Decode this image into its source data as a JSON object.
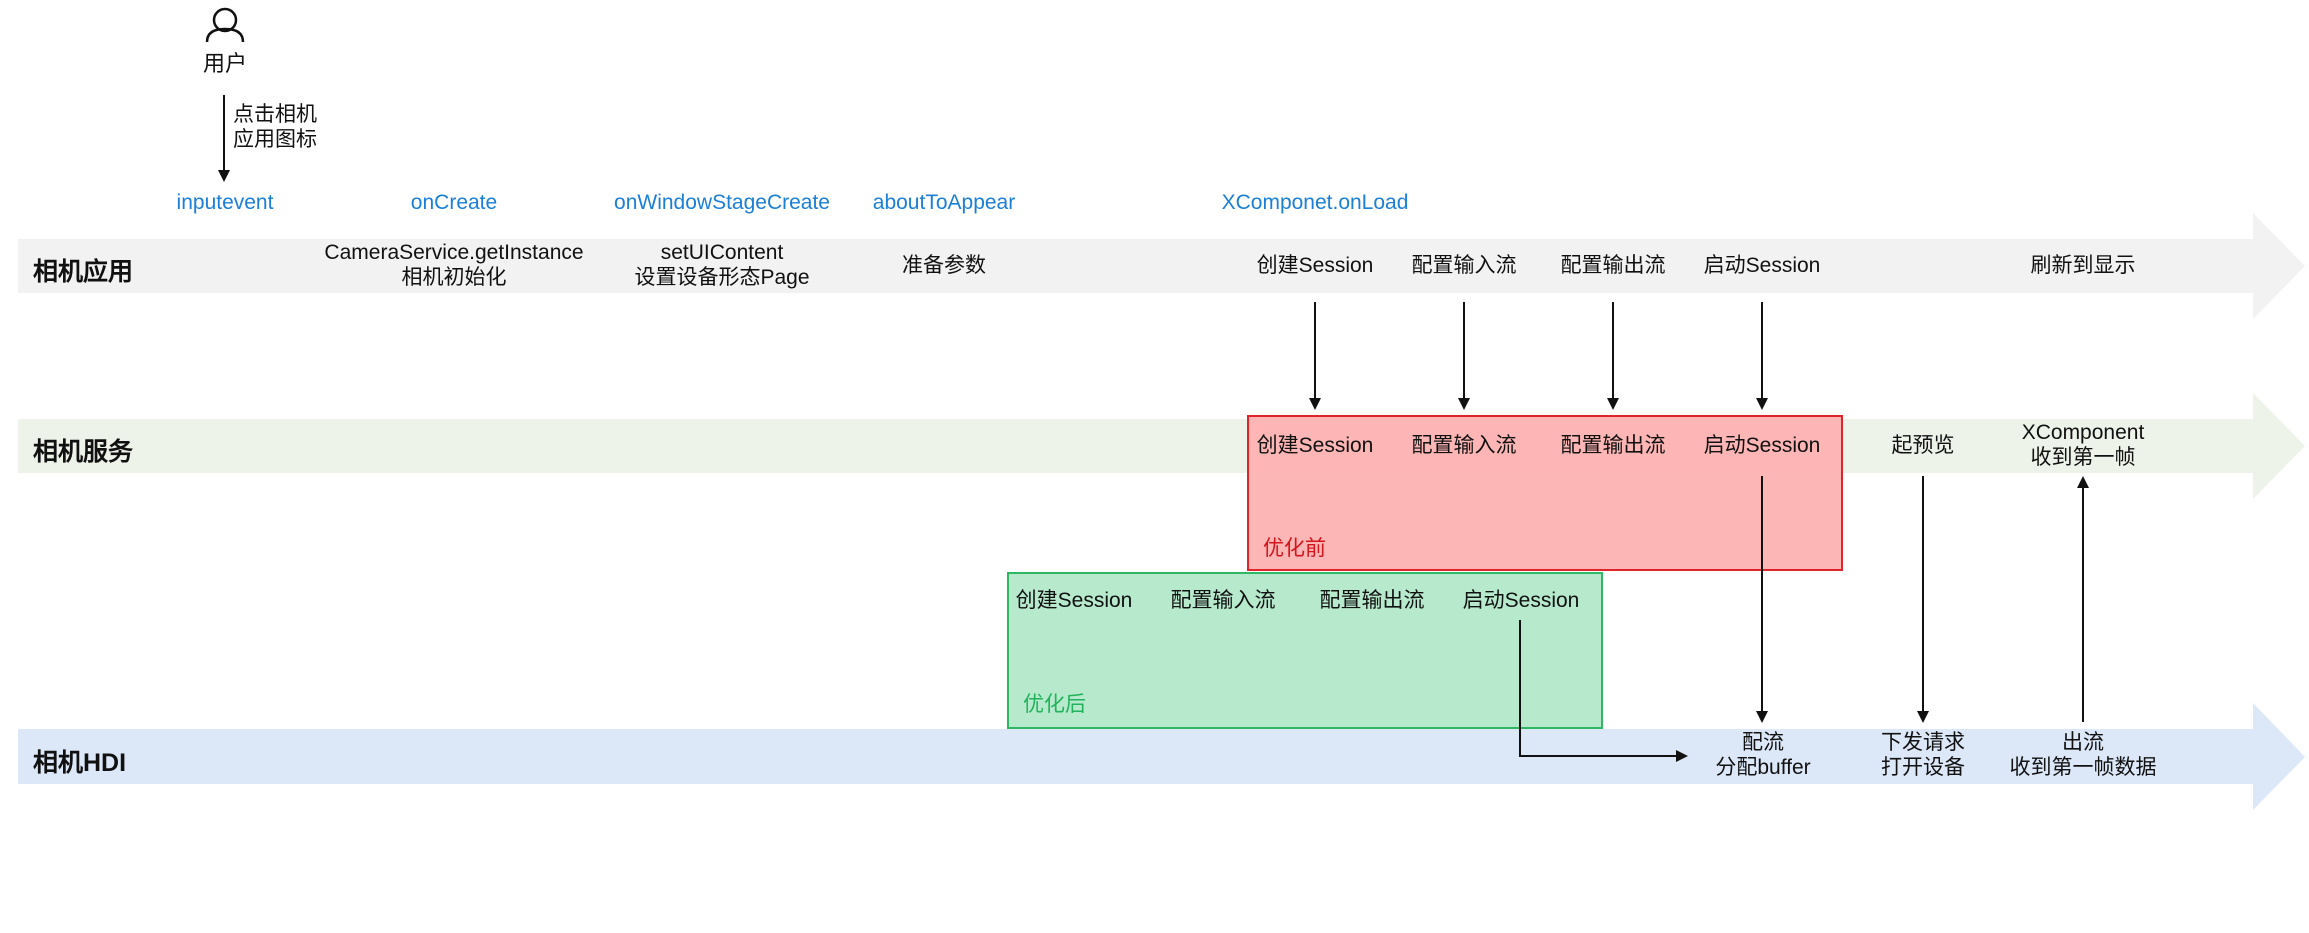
{
  "user": {
    "label": "用户",
    "action_line1": "点击相机",
    "action_line2": "应用图标"
  },
  "events": {
    "inputevent": "inputevent",
    "oncreate": "onCreate",
    "onwindowstagecreate": "onWindowStageCreate",
    "abouttoappear": "aboutToAppear",
    "xcomponet_onload": "XComponet.onLoad"
  },
  "lanes": {
    "app": "相机应用",
    "service": "相机服务",
    "hdi": "相机HDI"
  },
  "app_steps": {
    "camera_service_line1": "CameraService.getInstance",
    "camera_service_line2": "相机初始化",
    "setui_line1": "setUIContent",
    "setui_line2": "设置设备形态Page",
    "prepare": "准备参数",
    "create_session": "创建Session",
    "config_input": "配置输入流",
    "config_output": "配置输出流",
    "start_session": "启动Session",
    "refresh_display": "刷新到显示"
  },
  "service_steps": {
    "create_session": "创建Session",
    "config_input": "配置输入流",
    "config_output": "配置输出流",
    "start_session": "启动Session",
    "start_preview": "起预览",
    "xcomp_line1": "XComponent",
    "xcomp_line2": "收到第一帧"
  },
  "before_box": {
    "label": "优化前",
    "fill": "#fdb2b2",
    "stroke": "#e0242a",
    "text_color": "#d4141c"
  },
  "after_box": {
    "label": "优化后",
    "fill": "#b3e8c9",
    "stroke": "#2fb764",
    "text_color": "#21b35b",
    "create_session": "创建Session",
    "config_input": "配置输入流",
    "config_output": "配置输出流",
    "start_session": "启动Session"
  },
  "hdi_steps": {
    "stream_line1": "配流",
    "stream_line2": "分配buffer",
    "request_line1": "下发请求",
    "request_line2": "打开设备",
    "out_line1": "出流",
    "out_line2": "收到第一帧数据"
  },
  "colors": {
    "accent_blue": "#1a7fd6",
    "lane_app": "#f2f2f2",
    "lane_service": "#eef3ea",
    "lane_hdi": "#dce8f8"
  }
}
